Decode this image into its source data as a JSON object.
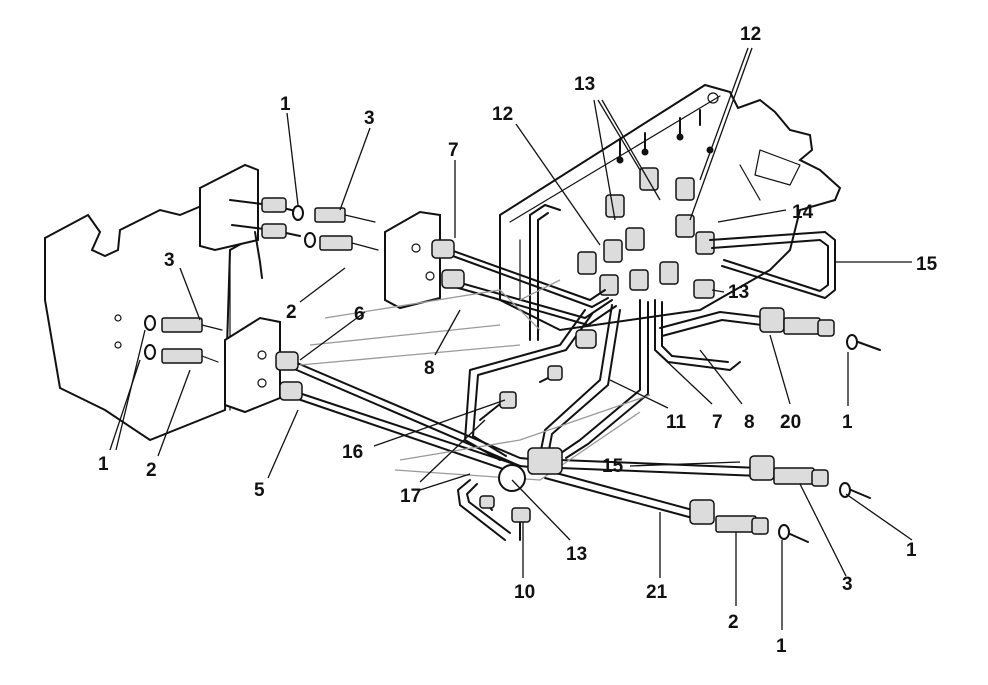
{
  "diagram": {
    "callout_labels": [
      "1",
      "2",
      "3",
      "5",
      "6",
      "7",
      "8",
      "10",
      "11",
      "12",
      "13",
      "14",
      "15",
      "16",
      "17",
      "20",
      "21"
    ]
  },
  "colors": {
    "ink": "#111111",
    "paper": "#ffffff"
  }
}
